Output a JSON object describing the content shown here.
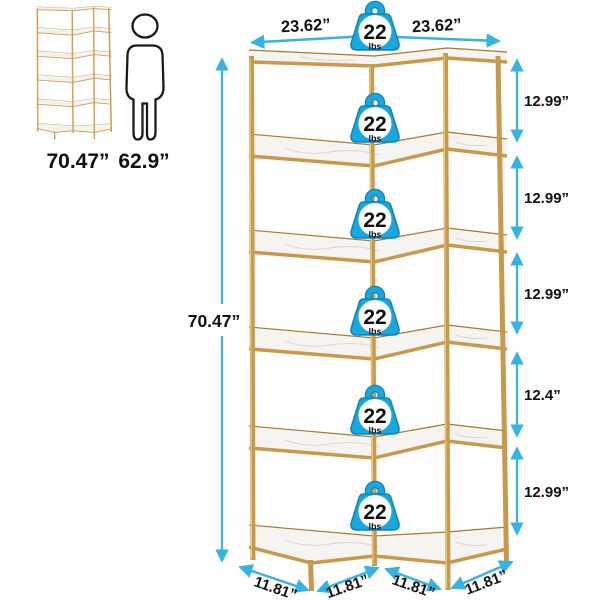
{
  "reference": {
    "shelf_height_label": "70.47”",
    "person_height_label": "62.9”"
  },
  "dimensions": {
    "top_left_width": "23.62”",
    "top_right_width": "23.62”",
    "total_height": "70.47”",
    "shelf_gaps": [
      "12.99”",
      "12.99”",
      "12.99”",
      "12.4”",
      "12.99”"
    ],
    "bottom_segments": [
      "11.81”",
      "11.81”",
      "11.81”",
      "11.81”"
    ]
  },
  "capacity_badge": {
    "value": "22",
    "unit": "lbs",
    "badge_count": 6
  },
  "colors": {
    "accent_cyan": "#35B3E3",
    "frame_gold": "#C9994B",
    "frame_gold_dark": "#A8792F",
    "marble_white": "#F6F4F1",
    "badge_blue": "#18A8DF",
    "badge_blue_dark": "#0E84B4",
    "label_text": "#111111"
  }
}
